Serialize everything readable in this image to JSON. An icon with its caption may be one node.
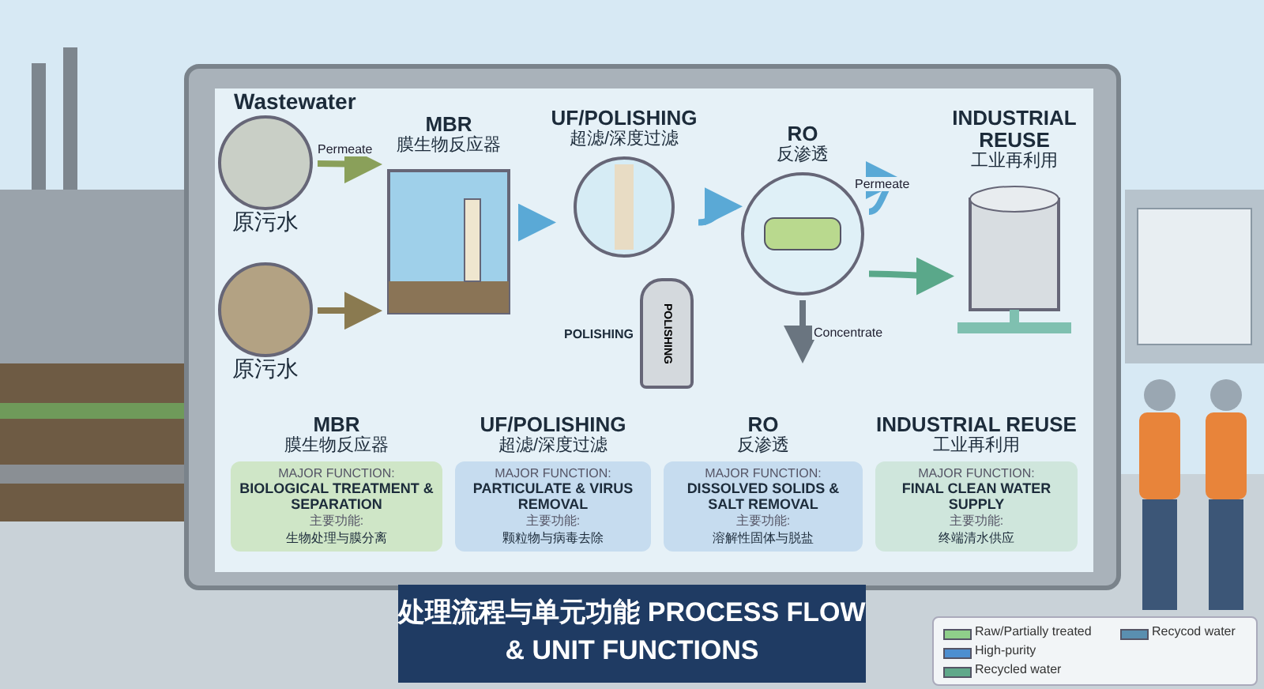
{
  "diagram": {
    "title": "处理流程与单元功能 PROCESS FLOW & UNIT FUNCTIONS",
    "nodes": [
      {
        "text": [
          "原污水"
        ]
      },
      {
        "text": [
          "原污水"
        ]
      },
      {
        "text": [
          "MBR",
          "膜生物反应器"
        ]
      },
      {
        "text": [
          "UF/POLISHING",
          "超滤/深度过滤"
        ]
      },
      {
        "text": [
          "POLISHING"
        ],
        "beside": [
          "POLISHING"
        ]
      },
      {
        "text": [
          "RO",
          "反渗透"
        ]
      },
      {
        "text": [
          "INDUSTRIAL REUSE",
          "工业再利用"
        ]
      },
      {
        "text": [
          "MBR",
          "膜生物反应器",
          "MAJOR FUNCTION:",
          "BIOLOGICAL TREATMENT & SEPARATION",
          "主要功能:",
          "生物处理与膜分离"
        ]
      },
      {
        "text": [
          "UF/POLISHING",
          "超滤/深度过滤",
          "MAJOR FUNCTION:",
          "PARTICULATE & VIRUS REMOVAL",
          "主要功能:",
          "颗粒物与病毒去除"
        ]
      },
      {
        "text": [
          "RO",
          "反渗透",
          "MAJOR FUNCTION:",
          "DISSOLVED SOLIDS & SALT REMOVAL",
          "主要功能:",
          "溶解性固体与脱盐"
        ]
      },
      {
        "text": [
          "INDUSTRIAL REUSE",
          "工业再利用",
          "MAJOR FUNCTION:",
          "FINAL CLEAN WATER SUPPLY",
          "主要功能:",
          "终端清水供应"
        ]
      }
    ],
    "edges": [
      {
        "from": 0,
        "to": 2,
        "arrow": "to",
        "label": "Permeate",
        "color": "#8aa05a"
      },
      {
        "from": 1,
        "to": 2,
        "arrow": "to",
        "color": "#8a7a50"
      },
      {
        "from": 2,
        "to": 3,
        "arrow": "to"
      },
      {
        "from": 3,
        "to": 5,
        "arrow": "to"
      },
      {
        "from": 5,
        "to": null,
        "arrow": "to",
        "label": "Permeate"
      },
      {
        "from": 5,
        "to": 6,
        "arrow": "to",
        "color": "#5aa88a"
      },
      {
        "from": 5,
        "to": null,
        "arrow": "to",
        "label": "Concentrate",
        "color": "#6a7580"
      }
    ],
    "labels": [
      "Wastewater"
    ],
    "legend": [
      {
        "text": "Raw/Partially treated",
        "color": "#8fcf8a"
      },
      {
        "text": "High-purity",
        "color": "#4d8fd0"
      },
      {
        "text": "Recycled water",
        "color": "#5fa88a"
      },
      {
        "text": "Recycod water",
        "color": "#5a8fb0"
      }
    ]
  }
}
